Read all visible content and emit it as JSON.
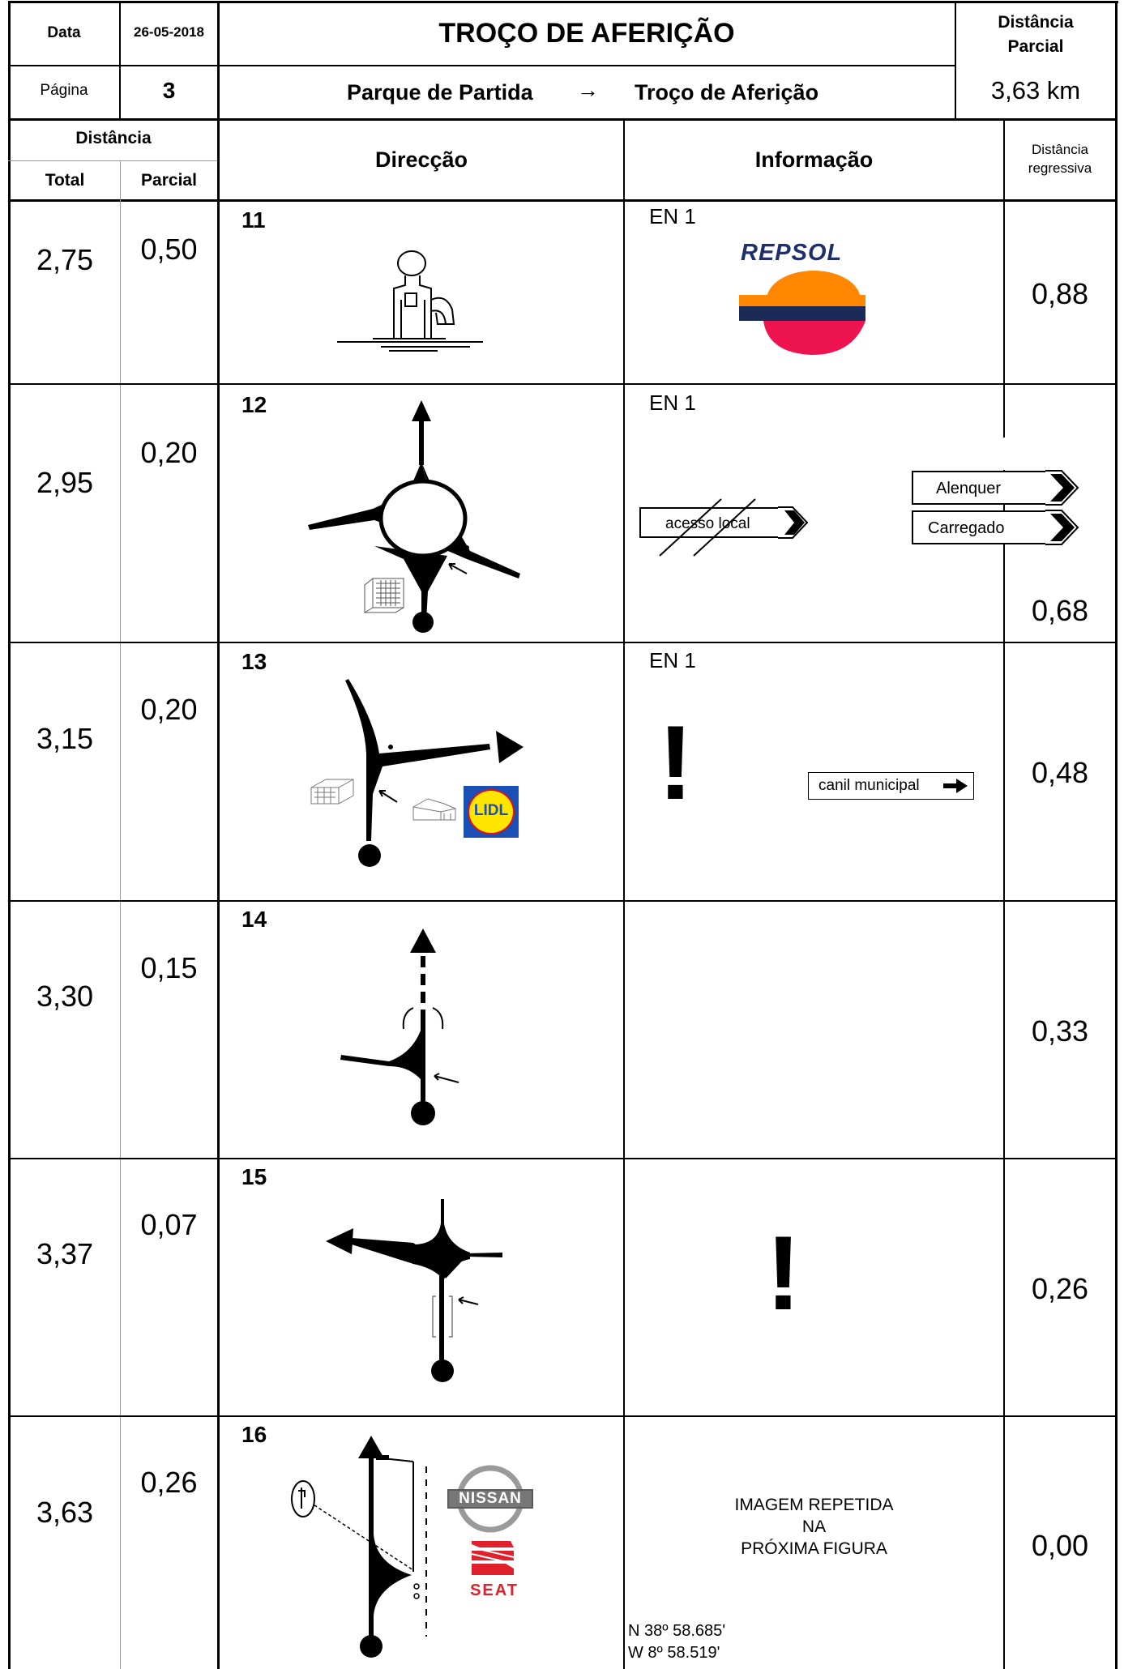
{
  "header": {
    "date_label": "Data",
    "date_value": "26-05-2018",
    "title": "TROÇO  DE  AFERIÇÃO",
    "dist_parcial_label_line1": "Distância",
    "dist_parcial_label_line2": "Parcial",
    "page_label": "Página",
    "page_value": "3",
    "route_from": "Parque de Partida",
    "route_arrow": "→",
    "route_to": "Troço de Aferição",
    "dist_parcial_value": "3,63  km"
  },
  "columns": {
    "distancia": "Distância",
    "total": "Total",
    "parcial": "Parcial",
    "direccao": "Direcção",
    "informacao": "Informação",
    "regressiva_line1": "Distância",
    "regressiva_line2": "regressiva"
  },
  "rows": [
    {
      "n": "11",
      "total": "2,75",
      "parcial": "0,50",
      "road": "EN 1",
      "regressiva": "0,88",
      "brand": "REPSOL"
    },
    {
      "n": "12",
      "total": "2,95",
      "parcial": "0,20",
      "road": "EN 1",
      "regressiva": "0,68",
      "signs": [
        "acesso local",
        "Alenquer",
        "Carregado"
      ]
    },
    {
      "n": "13",
      "total": "3,15",
      "parcial": "0,20",
      "road": "EN 1",
      "regressiva": "0,48",
      "signs": [
        "canil municipal"
      ],
      "brand": "LIDL"
    },
    {
      "n": "14",
      "total": "3,30",
      "parcial": "0,15",
      "regressiva": "0,33"
    },
    {
      "n": "15",
      "total": "3,37",
      "parcial": "0,07",
      "regressiva": "0,26",
      "warning": "!"
    },
    {
      "n": "16",
      "total": "3,63",
      "parcial": "0,26",
      "regressiva": "0,00",
      "brands": [
        "NISSAN",
        "SEAT"
      ],
      "info_lines": [
        "IMAGEM REPETIDA",
        "NA",
        "PRÓXIMA FIGURA"
      ],
      "coords": [
        "N 38º 58.685'",
        "W  8º 58.519'"
      ]
    }
  ],
  "row13_warning": "!",
  "icons": [
    "fuel-pump-icon",
    "roundabout-icon",
    "building-icon",
    "junction-icon",
    "warning-icon",
    "speed-bump-icon",
    "lamp-post-icon"
  ],
  "colors": {
    "repsol_orange": "#ff8800",
    "repsol_navy": "#1a2b57",
    "repsol_red": "#ee1450",
    "repsol_text": "#1f2f6b",
    "lidl_blue": "#1a4fb5",
    "lidl_yellow": "#ffe500",
    "lidl_red": "#e0101a",
    "seat_red": "#e0202a"
  }
}
